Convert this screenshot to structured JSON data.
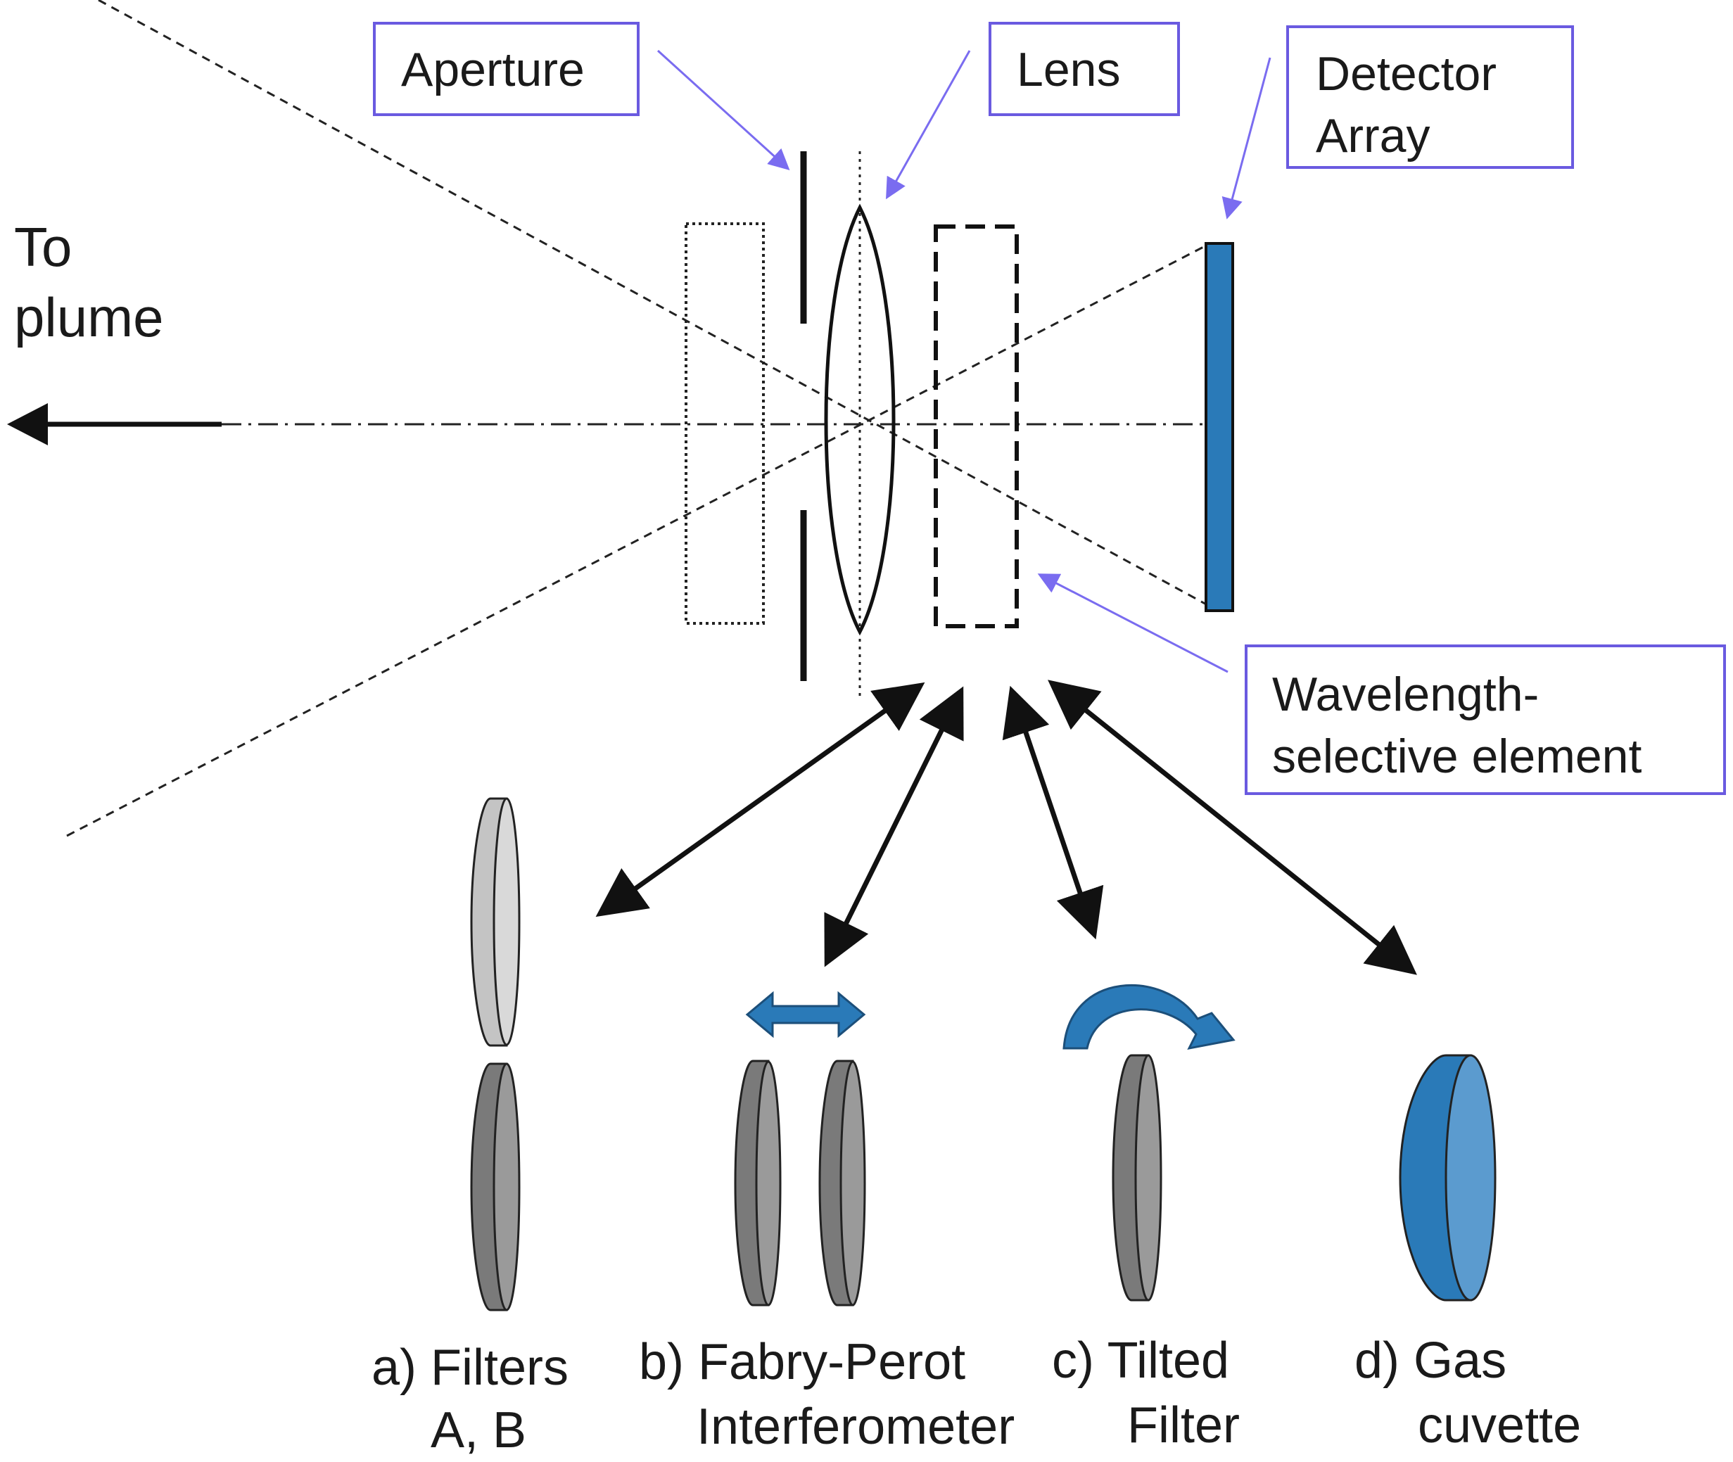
{
  "colors": {
    "callout_border": "#6a5ae0",
    "callout_arrow": "#7a6cf0",
    "detector_fill": "#2a7ab8",
    "blue_element": "#2a7ab8",
    "blue_face": "#5b9bcf",
    "filter_light": "#c4c4c4",
    "filter_dark": "#7a7a7a",
    "filter_face_light": "#d9d9d9",
    "filter_face_dark": "#9a9a9a",
    "line": "#111111"
  },
  "labels": {
    "aperture": "Aperture",
    "lens": "Lens",
    "detector_line1": "Detector",
    "detector_line2": "Array",
    "wavelength_line1": "Wavelength-",
    "wavelength_line2": "selective element",
    "plume_line1": "To",
    "plume_line2": "plume"
  },
  "options": [
    {
      "id": "a",
      "line1": "a) Filters",
      "line2": "A, B"
    },
    {
      "id": "b",
      "line1": "b) Fabry-Perot",
      "line2": "Interferometer"
    },
    {
      "id": "c",
      "line1": "c) Tilted",
      "line2": "Filter"
    },
    {
      "id": "d",
      "line1": "d) Gas",
      "line2": "cuvette"
    }
  ]
}
